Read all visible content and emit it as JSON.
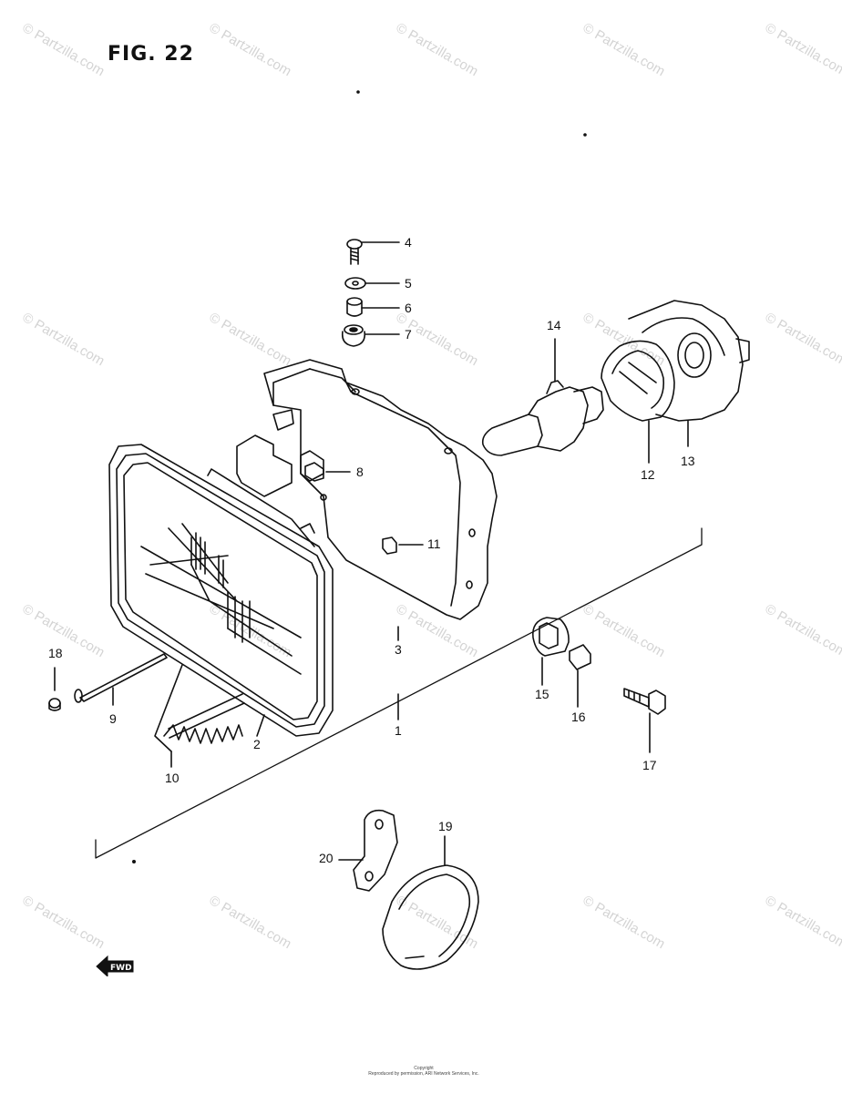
{
  "figure": {
    "title": "FIG. 22"
  },
  "watermarks": [
    "© Partzilla.com",
    "© Partzilla.com",
    "© Partzilla.com",
    "© Partzilla.com",
    "© Partzilla.com",
    "© Partzilla.com",
    "© Partzilla.com",
    "© Partzilla.com",
    "© Partzilla.com",
    "© Partzilla.com",
    "© Partzilla.com",
    "© Partzilla.com",
    "© Partzilla.com",
    "© Partzilla.com",
    "© Partzilla.com",
    "© Partzilla.com",
    "© Partzilla.com",
    "© Partzilla.com",
    "© Partzilla.com",
    "© Partzilla.com"
  ],
  "callouts": [
    "4",
    "5",
    "6",
    "7",
    "14",
    "8",
    "12",
    "13",
    "11",
    "3",
    "18",
    "9",
    "15",
    "16",
    "1",
    "2",
    "17",
    "10",
    "19",
    "20"
  ],
  "fwd_label": "FWD",
  "copyright": {
    "line1": "Copyright",
    "line2": "Reproduced by permission, ARI Network Services, Inc."
  },
  "colors": {
    "line": "#111111",
    "watermark": "#d4d4d4",
    "background": "#ffffff"
  }
}
